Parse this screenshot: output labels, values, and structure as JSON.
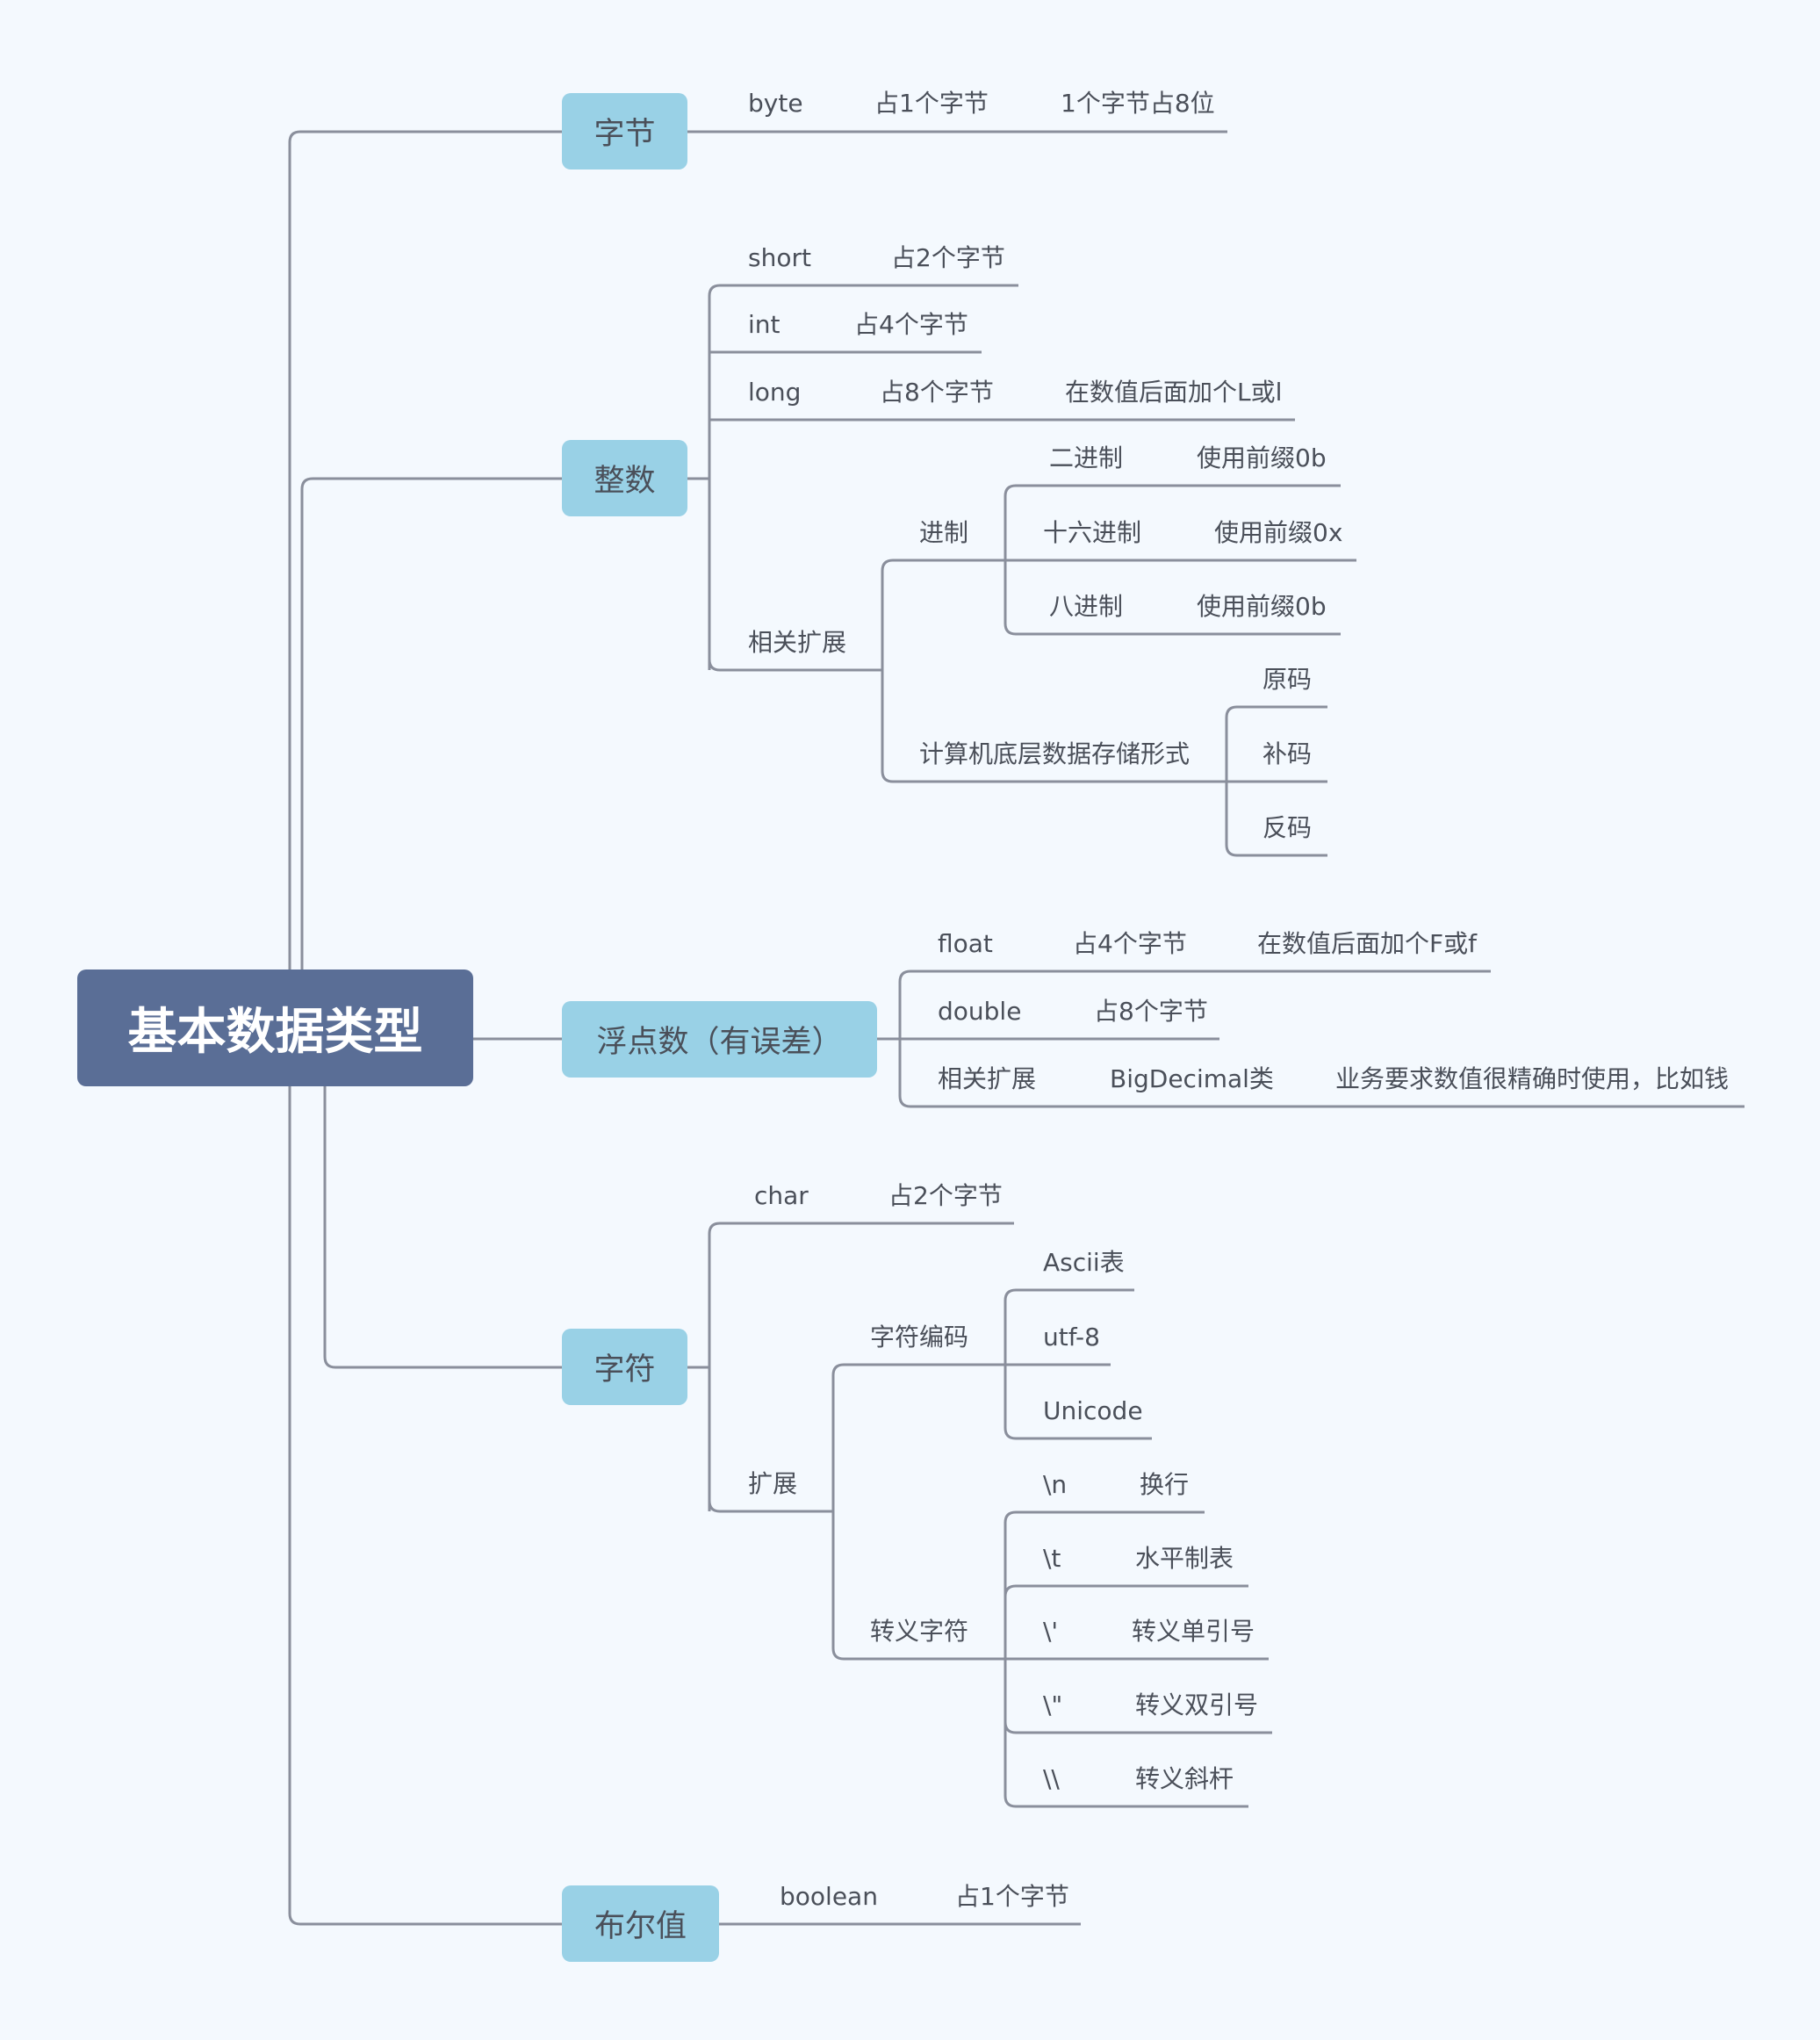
{
  "root": "基本数据类型",
  "branches": {
    "byte_group": "字节",
    "integer": "整数",
    "float_group": "浮点数（有误差）",
    "char_group": "字符",
    "bool_group": "布尔值"
  },
  "byte": {
    "name": "byte",
    "size": "占1个字节",
    "note": "1个字节占8位"
  },
  "integer": {
    "short": {
      "name": "short",
      "size": "占2个字节"
    },
    "int": {
      "name": "int",
      "size": "占4个字节"
    },
    "long": {
      "name": "long",
      "size": "占8个字节",
      "note": "在数值后面加个L或l"
    },
    "ext": {
      "label": "相关扩展",
      "radix": {
        "label": "进制",
        "binary": {
          "name": "二进制",
          "prefix": "使用前缀0b"
        },
        "hex": {
          "name": "十六进制",
          "prefix": "使用前缀0x"
        },
        "octal": {
          "name": "八进制",
          "prefix": "使用前缀0b"
        }
      },
      "storage": {
        "label": "计算机底层数据存储形式",
        "items": [
          "原码",
          "补码",
          "反码"
        ]
      }
    }
  },
  "float": {
    "float": {
      "name": "float",
      "size": "占4个字节",
      "note": "在数值后面加个F或f"
    },
    "double": {
      "name": "double",
      "size": "占8个字节"
    },
    "ext": {
      "label": "相关扩展",
      "class": "BigDecimal类",
      "note": "业务要求数值很精确时使用，比如钱"
    }
  },
  "char": {
    "char": {
      "name": "char",
      "size": "占2个字节"
    },
    "ext": {
      "label": "扩展",
      "encoding": {
        "label": "字符编码",
        "items": [
          "Ascii表",
          "utf-8",
          "Unicode"
        ]
      },
      "escape": {
        "label": "转义字符",
        "items": [
          {
            "code": "\\n",
            "desc": "换行"
          },
          {
            "code": "\\t",
            "desc": "水平制表"
          },
          {
            "code": "\\'",
            "desc": "转义单引号"
          },
          {
            "code": "\\\"",
            "desc": "转义双引号"
          },
          {
            "code": "\\\\",
            "desc": "转义斜杆"
          }
        ]
      }
    }
  },
  "bool": {
    "name": "boolean",
    "size": "占1个字节"
  }
}
